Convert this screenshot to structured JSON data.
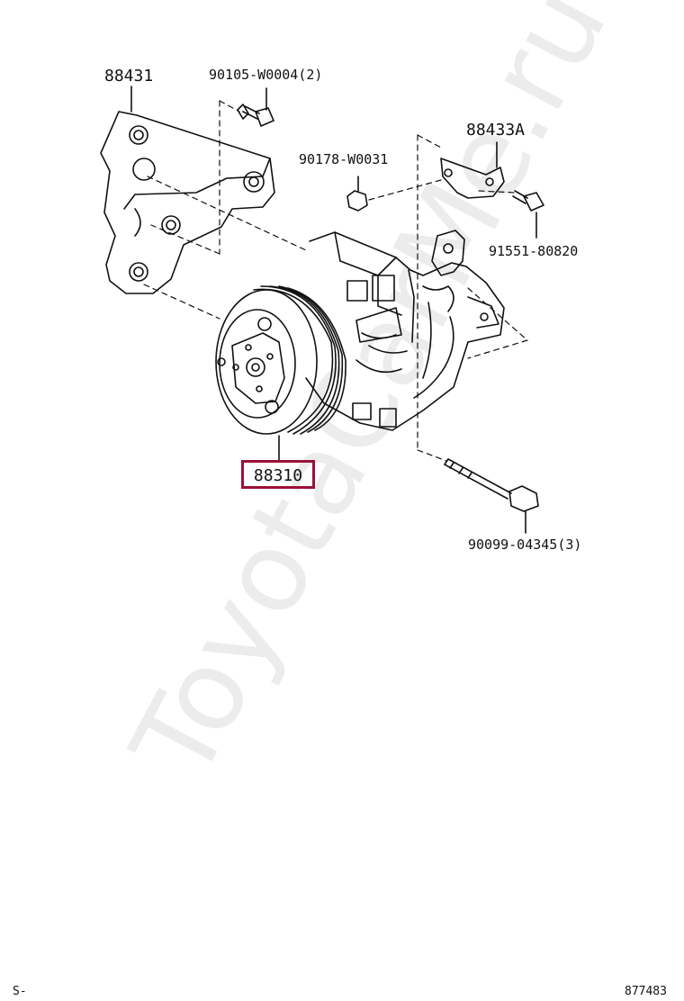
{
  "diagram": {
    "parts": {
      "bracket_main": "88431",
      "bolt_top": "90105-W0004(2)",
      "bracket_small": "88433A",
      "nut": "90178-W0031",
      "bolt_small": "91551-80820",
      "compressor": "88310",
      "long_bolt": "90099-04345(3)"
    },
    "highlight_color": "#9a1238",
    "watermark": "ToyotaCarMe.ru",
    "footer_left": "S-",
    "footer_right": "877483"
  }
}
